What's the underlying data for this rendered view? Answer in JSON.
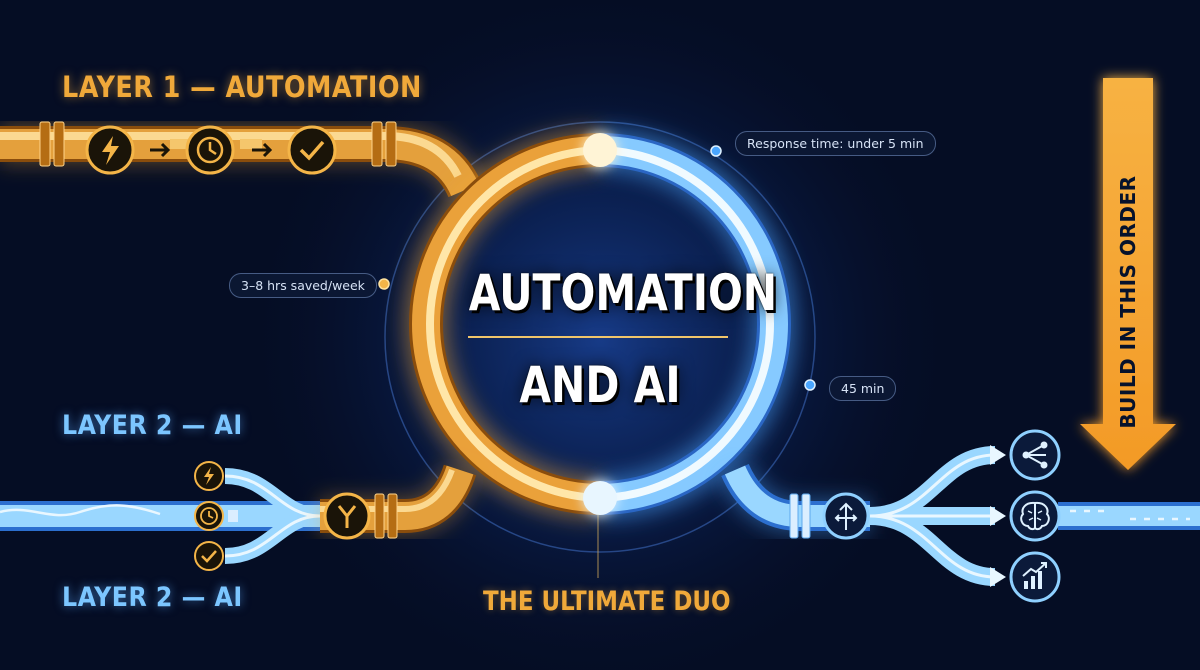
{
  "labels": {
    "layer1": "LAYER 1 — AUTOMATION",
    "layer2_top": "LAYER 2 — AI",
    "layer2_bottom": "LAYER 2 — AI"
  },
  "center": {
    "title_line1": "AUTOMATION",
    "title_line2": "AND AI"
  },
  "callouts": {
    "response_time": "Response time: under 5 min",
    "hours_saved": "3–8 hrs saved/week",
    "minutes": "45 min"
  },
  "footer": "THE ULTIMATE DUO",
  "arrow_text": "BUILD IN THIS ORDER",
  "icons": {
    "automation_pipe": [
      "lightning-icon",
      "clock-icon",
      "checkmark-icon"
    ],
    "left_ai_inputs": [
      "lightning-icon",
      "clock-icon",
      "checkmark-icon"
    ],
    "bottom_gold_valve": "merge-icon",
    "blue_valve": "split-direction-icon",
    "outputs": [
      "network-share-icon",
      "brain-icon",
      "growth-chart-icon"
    ]
  },
  "colors": {
    "background": "#050d24",
    "gold": "#f0a93a",
    "blue": "#7cc6ff",
    "arrow": "#f4a934"
  }
}
